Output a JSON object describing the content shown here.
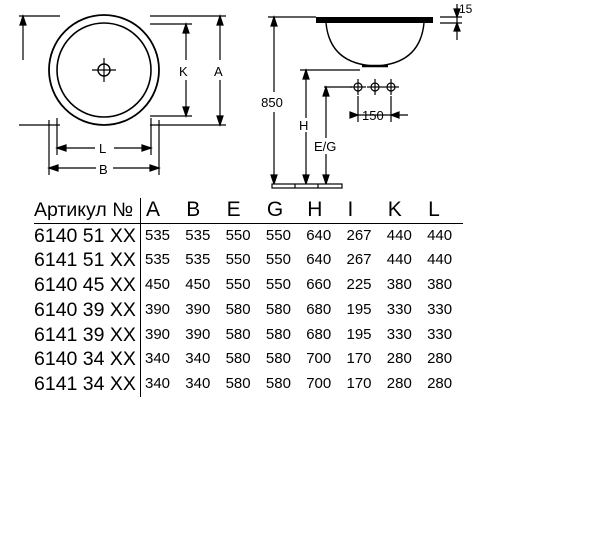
{
  "drawing": {
    "top_view_labels": {
      "k": "K",
      "a": "A",
      "l": "L",
      "b": "B"
    },
    "side_view_labels": {
      "thickness": "15",
      "height_total": "850",
      "h": "H",
      "eg": "E/G",
      "spacing": "150"
    }
  },
  "table": {
    "header": {
      "article": "Артикул №",
      "columns": [
        "A",
        "B",
        "E",
        "G",
        "H",
        "I",
        "K",
        "L"
      ]
    },
    "rows": [
      {
        "article": "6140 51 XX",
        "values": [
          "535",
          "535",
          "550",
          "550",
          "640",
          "267",
          "440",
          "440"
        ]
      },
      {
        "article": "6141 51 XX",
        "values": [
          "535",
          "535",
          "550",
          "550",
          "640",
          "267",
          "440",
          "440"
        ]
      },
      {
        "article": "6140 45 XX",
        "values": [
          "450",
          "450",
          "550",
          "550",
          "660",
          "225",
          "380",
          "380"
        ]
      },
      {
        "article": "6140 39 XX",
        "values": [
          "390",
          "390",
          "580",
          "580",
          "680",
          "195",
          "330",
          "330"
        ]
      },
      {
        "article": "6141 39 XX",
        "values": [
          "390",
          "390",
          "580",
          "580",
          "680",
          "195",
          "330",
          "330"
        ]
      },
      {
        "article": "6140 34 XX",
        "values": [
          "340",
          "340",
          "580",
          "580",
          "700",
          "170",
          "280",
          "280"
        ]
      },
      {
        "article": "6141 34 XX",
        "values": [
          "340",
          "340",
          "580",
          "580",
          "700",
          "170",
          "280",
          "280"
        ]
      }
    ]
  }
}
